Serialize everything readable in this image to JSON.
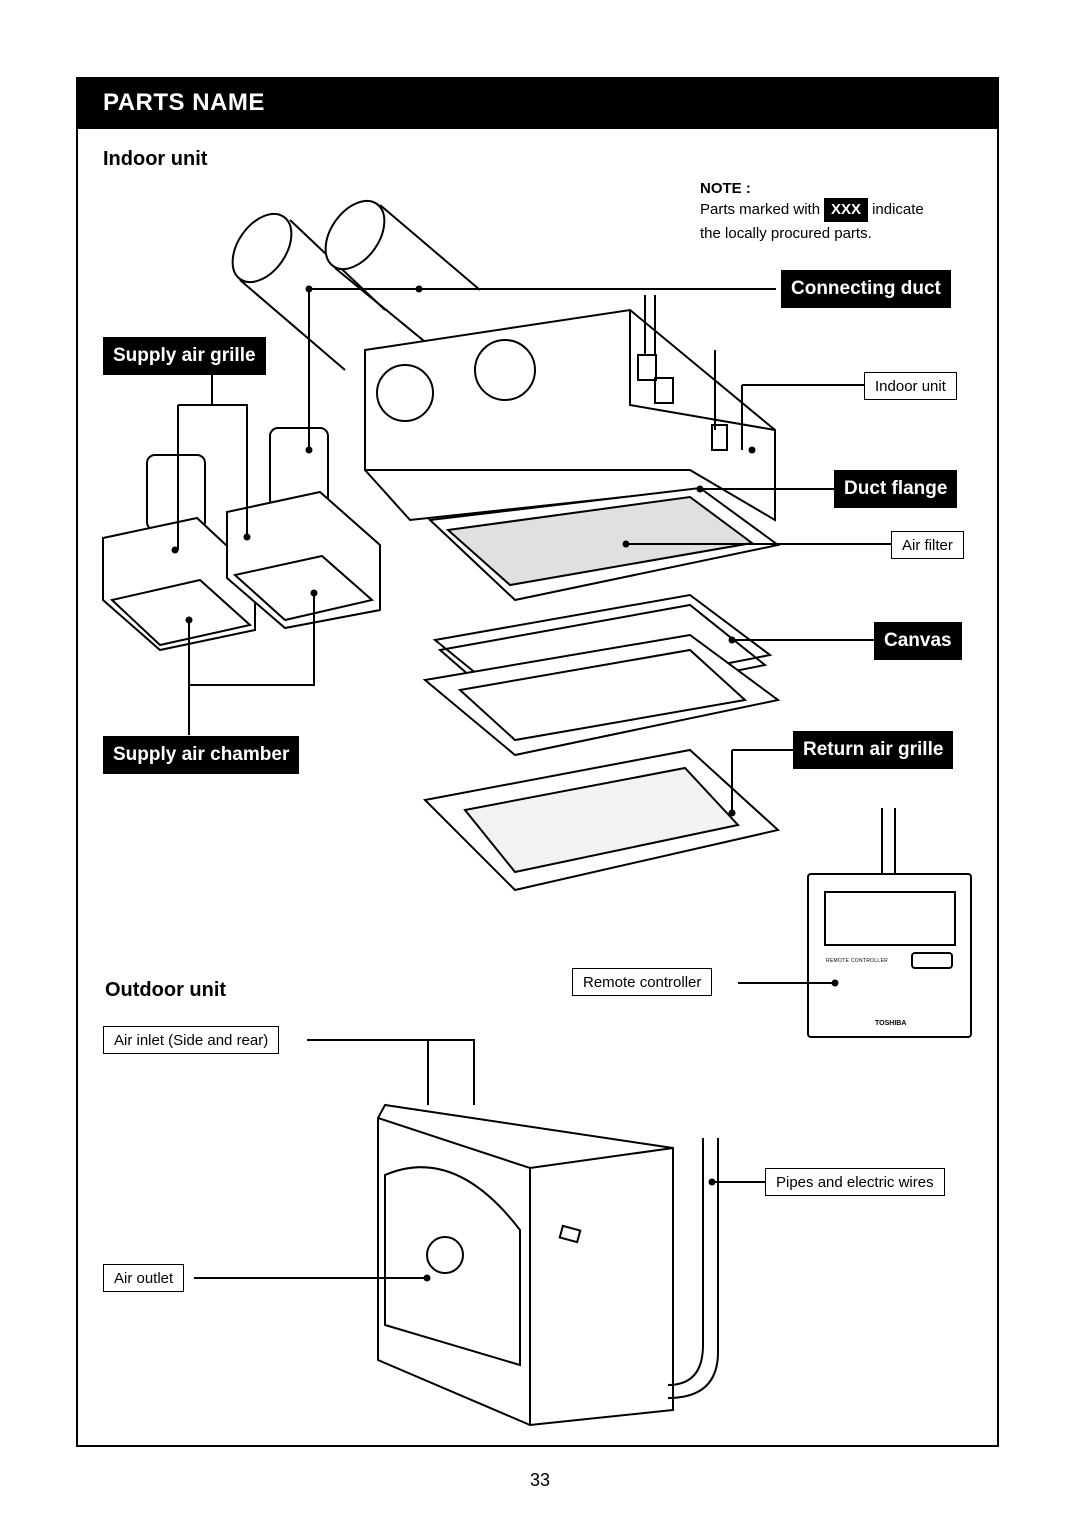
{
  "header": {
    "title": "PARTS NAME"
  },
  "sections": {
    "indoor": "Indoor unit",
    "outdoor": "Outdoor unit"
  },
  "note": {
    "label": "NOTE :",
    "line1_prefix": "Parts marked with",
    "marker": "XXX",
    "line1_suffix": "indicate",
    "line2": "the locally procured parts."
  },
  "procured_labels": {
    "connecting_duct": "Connecting duct",
    "supply_air_grille": "Supply air grille",
    "duct_flange": "Duct flange",
    "canvas": "Canvas",
    "supply_air_chamber": "Supply air chamber",
    "return_air_grille": "Return air grille"
  },
  "part_labels": {
    "indoor_unit": "Indoor unit",
    "air_filter": "Air filter",
    "remote_controller": "Remote controller",
    "air_inlet": "Air inlet (Side and rear)",
    "pipes_wires": "Pipes and electric wires",
    "air_outlet": "Air outlet"
  },
  "remote_device": {
    "caption": "REMOTE CONTROLLER",
    "brand": "TOSHIBA"
  },
  "page_number": "33"
}
